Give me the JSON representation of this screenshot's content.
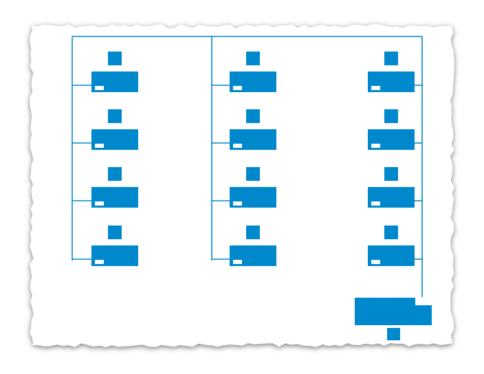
{
  "colors": {
    "accent": "#0088cc",
    "line": "#0088cc",
    "paper": "#ffffff",
    "background": "#ffffff",
    "edge_shadow": "#555555",
    "indicator": "#ffffff"
  },
  "diagram": {
    "columns": [
      {
        "id": "left",
        "node_count": 4,
        "connector_side": "left"
      },
      {
        "id": "middle",
        "node_count": 4,
        "connector_side": "left"
      },
      {
        "id": "right",
        "node_count": 4,
        "connector_side": "right"
      }
    ],
    "terminal_node": {
      "id": "bottom-right"
    }
  }
}
